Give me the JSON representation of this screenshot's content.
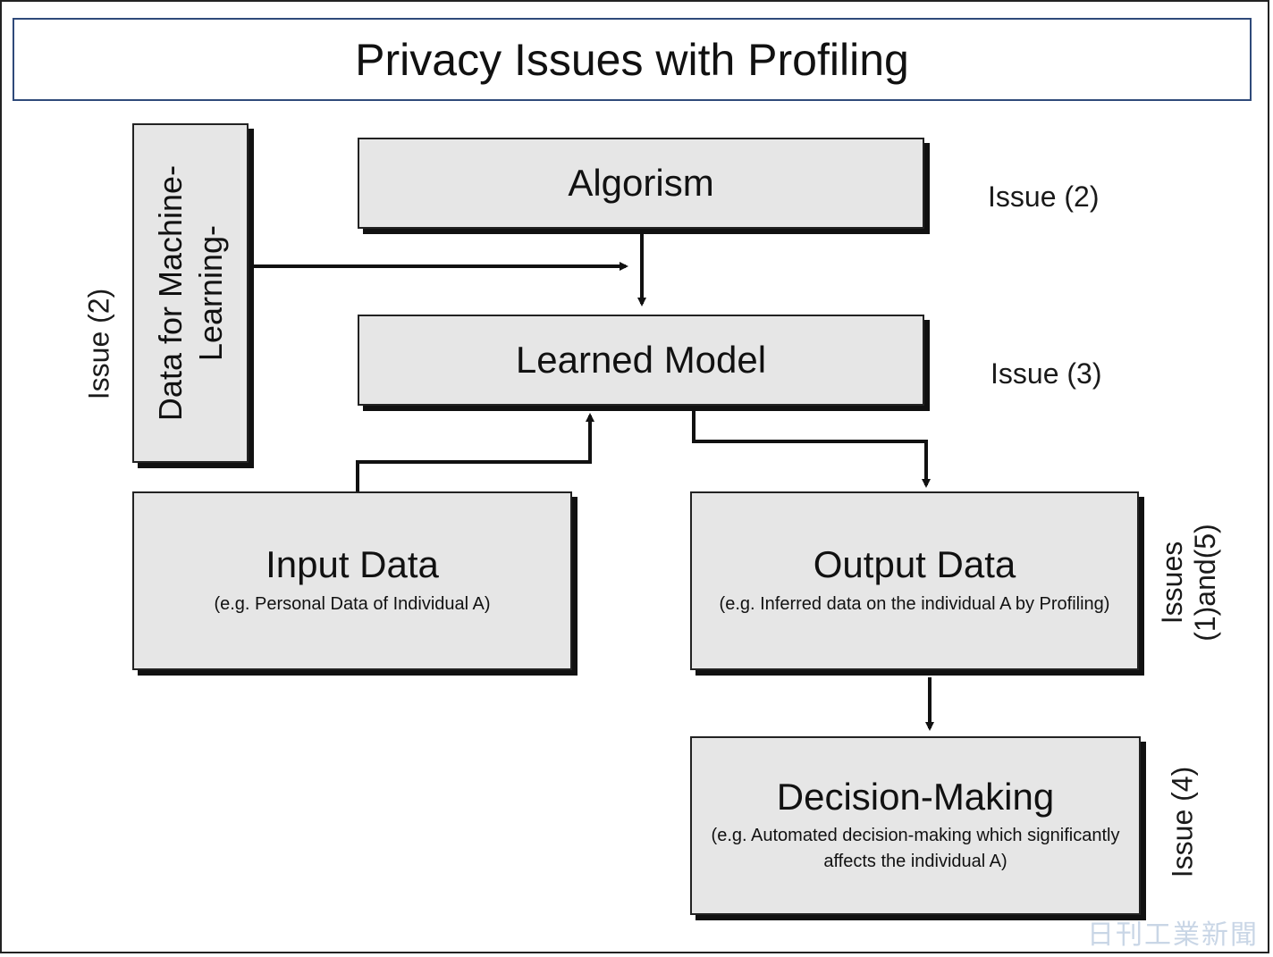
{
  "title": "Privacy Issues with Profiling",
  "boxes": {
    "algorism": {
      "label": "Algorism"
    },
    "learned_model": {
      "label": "Learned Model"
    },
    "ml_data": {
      "line1": "Data for Machine-",
      "line2": "Learning-"
    },
    "input_data": {
      "label": "Input Data",
      "sub": "(e.g. Personal Data of Individual A)"
    },
    "output_data": {
      "label": "Output Data",
      "sub": "(e.g. Inferred data on the individual A by Profiling)"
    },
    "decision_making": {
      "label": "Decision-Making",
      "sub": "(e.g. Automated decision-making which significantly affects the individual A)"
    }
  },
  "issues": {
    "algorism": "Issue (2)",
    "learned_model": "Issue (3)",
    "ml_data": "Issue (2)",
    "output_line1": "Issues",
    "output_line2": "(1)and(5)",
    "decision_making": "Issue (4)"
  },
  "watermark": "日刊工業新聞"
}
